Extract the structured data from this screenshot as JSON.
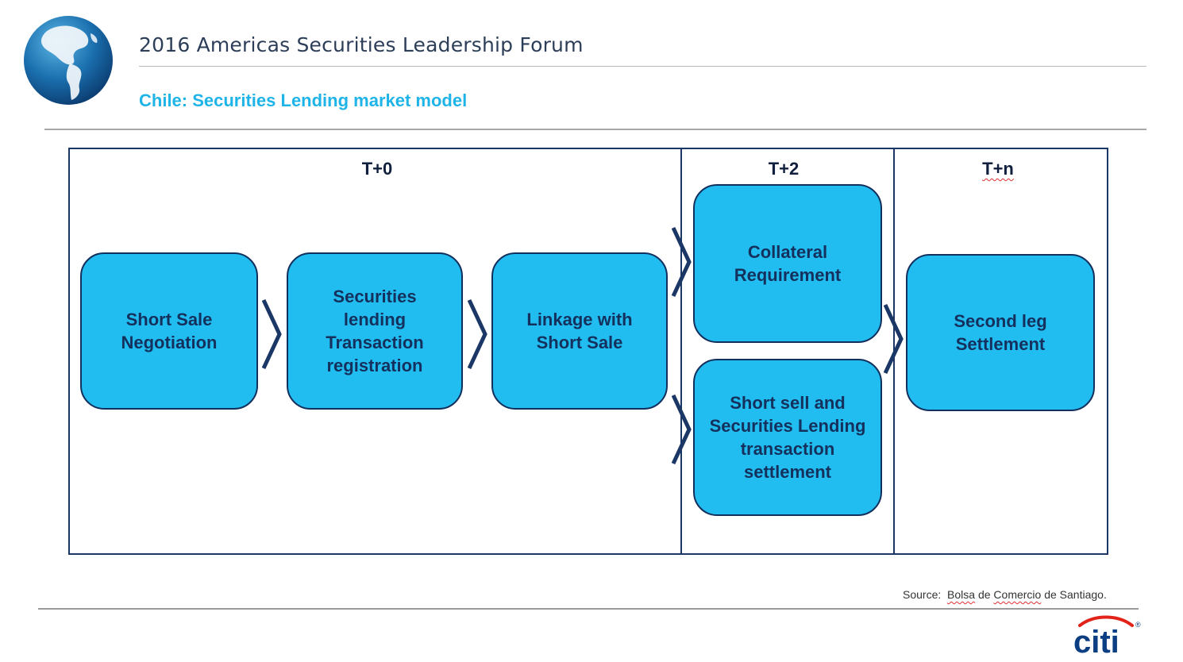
{
  "header": {
    "forum_title": "2016 Americas Securities Leadership Forum",
    "subtitle": "Chile: Securities Lending market model"
  },
  "diagram": {
    "phases": [
      {
        "label": "T+0"
      },
      {
        "label": "T+2"
      },
      {
        "label": "T+n"
      }
    ],
    "steps": [
      {
        "label": "Short Sale\nNegotiation"
      },
      {
        "label": "Securities\nlending\nTransaction\nregistration"
      },
      {
        "label": "Linkage with\nShort Sale"
      },
      {
        "label": "Collateral\nRequirement"
      },
      {
        "label": "Short sell and\nSecurities Lending\ntransaction\nsettlement"
      },
      {
        "label": "Second leg\nSettlement"
      }
    ]
  },
  "footer": {
    "source_prefix": "Source:",
    "source_word1": "Bolsa",
    "source_de1": "de",
    "source_word2": "Comercio",
    "source_rest": "de Santiago.",
    "logo_text": "citi",
    "registered_mark": "®"
  },
  "colors": {
    "accent": "#1fb4e8",
    "box_fill": "#22bdf0",
    "navy": "#1b3766"
  },
  "icons": {
    "globe": "globe-icon",
    "chevron": "chevron-right-icon",
    "logo": "citi-logo"
  }
}
